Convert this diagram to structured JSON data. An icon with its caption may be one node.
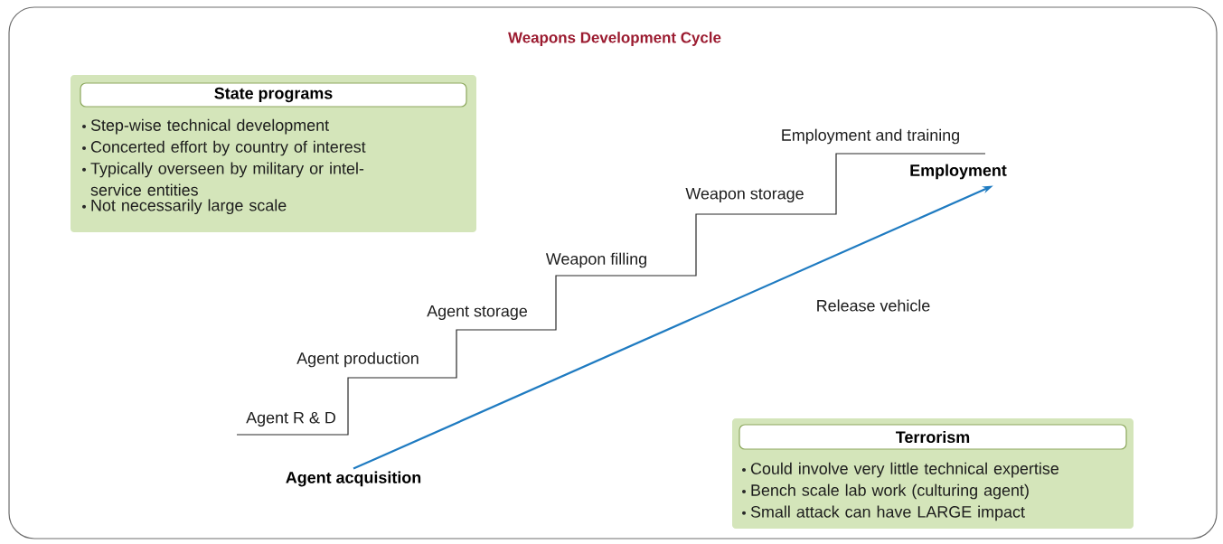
{
  "diagram": {
    "title": "Weapons Development Cycle",
    "nodes": [
      {
        "text": [
          "Step-wise technical development",
          "Concerted effort by country of interest",
          "Typically overseen by military or intel-service entities",
          "Not necessarily large scale"
        ]
      },
      {
        "text": [
          "State programs"
        ],
        "in": 0
      },
      {
        "text": [
          "Could involve very little technical expertise",
          "Bench scale lab work (culturing agent)",
          "Small attack can have LARGE impact"
        ]
      },
      {
        "text": [
          "Terrorism"
        ],
        "in": 2
      },
      {
        "text": [
          "Agent acquisition"
        ]
      },
      {
        "text": [
          "Employment"
        ]
      }
    ],
    "edges": [
      {
        "from": 4,
        "to": 5,
        "arrow": "to",
        "color": "#1f7bc1"
      }
    ],
    "labels": [
      "Employment and training",
      "Weapon storage",
      "Weapon filling",
      "Agent storage",
      "Agent production",
      "Agent R & D",
      "Release vehicle"
    ]
  }
}
